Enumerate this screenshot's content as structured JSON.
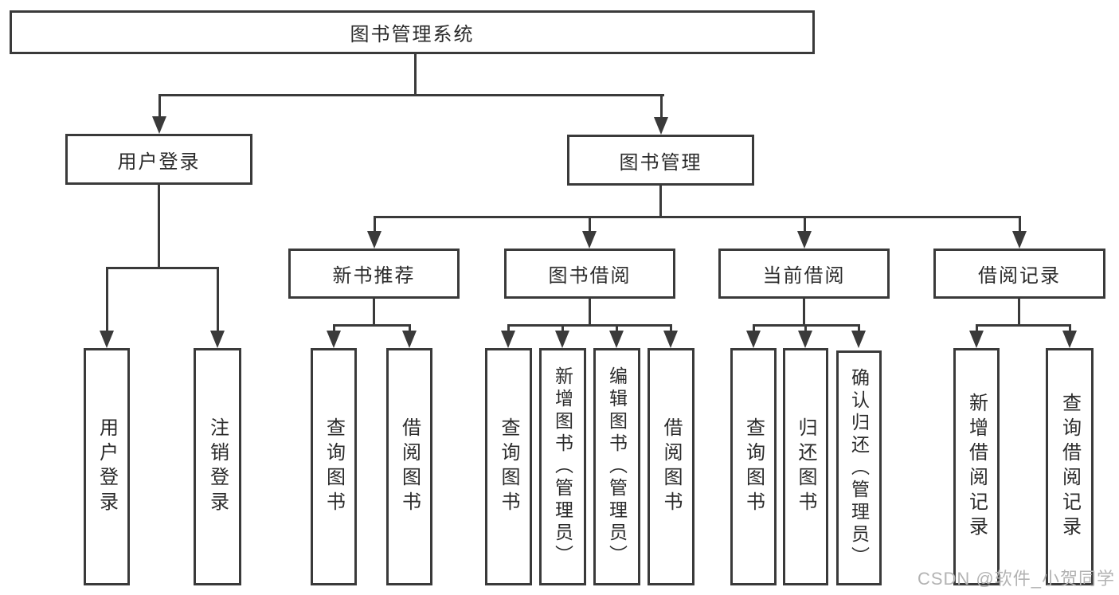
{
  "diagram_type": "tree",
  "colors": {
    "line": "#3a3a3a",
    "text": "#2b2b2b",
    "background": "#ffffff",
    "watermark": "#b3b3b3"
  },
  "tree": {
    "label": "图书管理系统",
    "children": [
      {
        "label": "用户登录",
        "children": [
          {
            "label": "用户登录"
          },
          {
            "label": "注销登录"
          }
        ]
      },
      {
        "label": "图书管理",
        "children": [
          {
            "label": "新书推荐",
            "children": [
              {
                "label": "查询图书"
              },
              {
                "label": "借阅图书"
              }
            ]
          },
          {
            "label": "图书借阅",
            "children": [
              {
                "label": "查询图书"
              },
              {
                "label": "新增图书（管理员）"
              },
              {
                "label": "编辑图书（管理员）"
              },
              {
                "label": "借阅图书"
              }
            ]
          },
          {
            "label": "当前借阅",
            "children": [
              {
                "label": "查询图书"
              },
              {
                "label": "归还图书"
              },
              {
                "label": "确认归还（管理员）"
              }
            ]
          },
          {
            "label": "借阅记录",
            "children": [
              {
                "label": "新增借阅记录"
              },
              {
                "label": "查询借阅记录"
              }
            ]
          }
        ]
      }
    ]
  },
  "watermark": "CSDN @软件_小贺同学"
}
